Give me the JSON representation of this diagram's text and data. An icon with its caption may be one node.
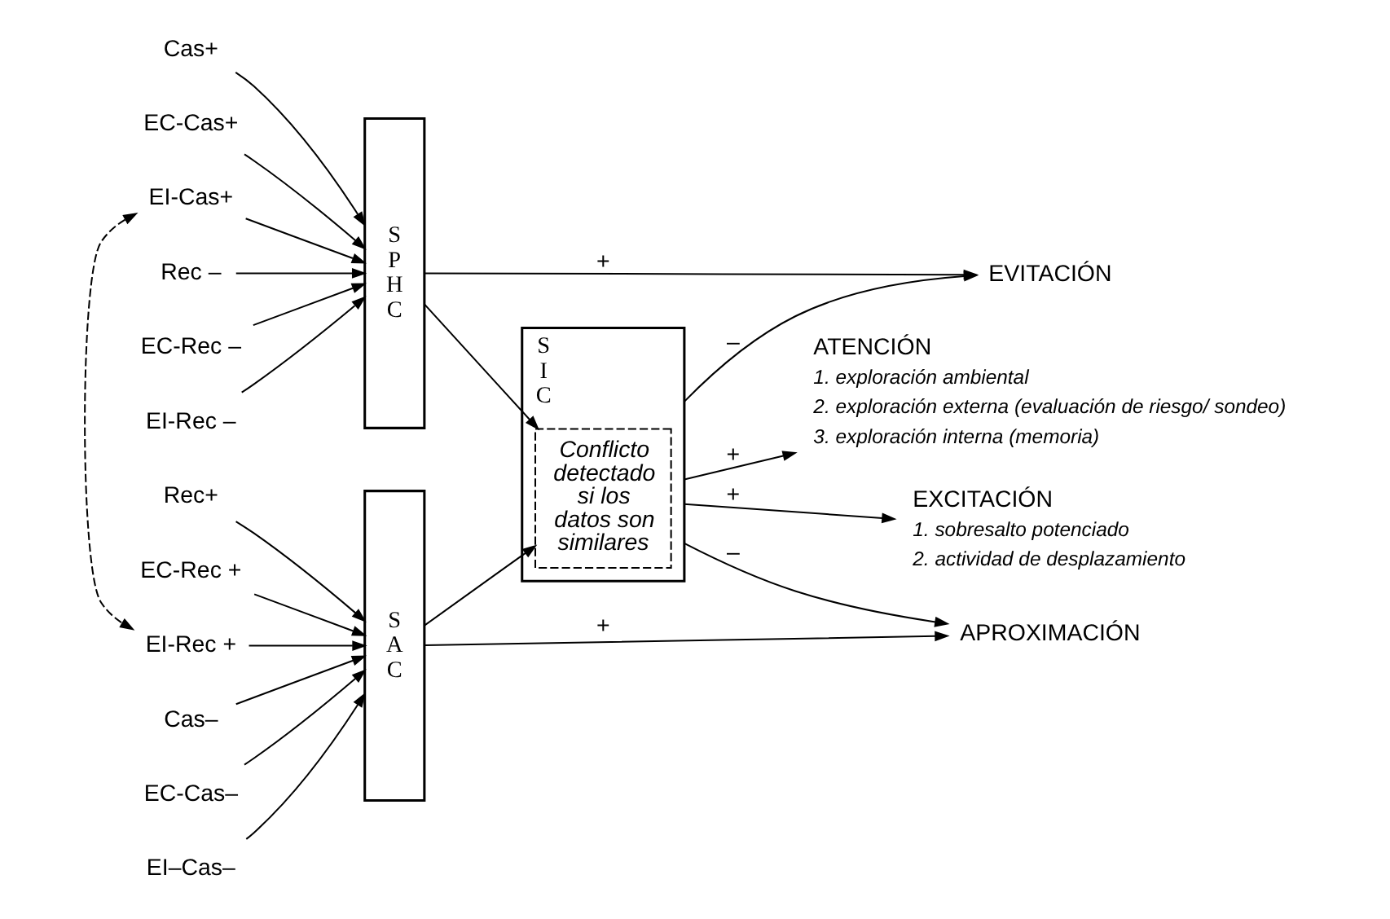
{
  "diagram": {
    "nodes": [
      {
        "text": [
          "S P H C"
        ]
      },
      {
        "text": [
          "Cas+"
        ]
      },
      {
        "text": [
          "EC-Cas+"
        ]
      },
      {
        "text": [
          "EI-Cas+"
        ]
      },
      {
        "text": [
          "Rec –"
        ]
      },
      {
        "text": [
          "EC-Rec –"
        ]
      },
      {
        "text": [
          "EI-Rec –"
        ]
      },
      {
        "text": [
          "S A C"
        ]
      },
      {
        "text": [
          "Rec+"
        ]
      },
      {
        "text": [
          "EC-Rec +"
        ]
      },
      {
        "text": [
          "EI-Rec +"
        ]
      },
      {
        "text": [
          "Cas–"
        ]
      },
      {
        "text": [
          "EC-Cas–"
        ]
      },
      {
        "text": [
          "EI–Cas–"
        ]
      },
      {
        "text": [
          "S I C"
        ]
      },
      {
        "text": [
          "Conflicto detectado si los datos son similares"
        ],
        "in": 14
      },
      {
        "text": [
          "EVITACIÓN"
        ]
      },
      {
        "text": [
          "ATENCIÓN"
        ],
        "beside": [
          "1. exploración ambiental",
          "2. exploración externa (evaluación de riesgo/ sondeo)",
          "3. exploración interna (memoria)"
        ]
      },
      {
        "text": [
          "EXCITACIÓN"
        ],
        "beside": [
          "1. sobresalto potenciado",
          "2. actividad de desplazamiento"
        ]
      },
      {
        "text": [
          "APROXIMACIÓN"
        ]
      }
    ],
    "edges": [
      {
        "from": 1,
        "to": 0,
        "arrow": "to"
      },
      {
        "from": 2,
        "to": 0,
        "arrow": "to"
      },
      {
        "from": 3,
        "to": 0,
        "arrow": "to"
      },
      {
        "from": 4,
        "to": 0,
        "arrow": "to"
      },
      {
        "from": 5,
        "to": 0,
        "arrow": "to"
      },
      {
        "from": 6,
        "to": 0,
        "arrow": "to"
      },
      {
        "from": 8,
        "to": 7,
        "arrow": "to"
      },
      {
        "from": 9,
        "to": 7,
        "arrow": "to"
      },
      {
        "from": 10,
        "to": 7,
        "arrow": "to"
      },
      {
        "from": 11,
        "to": 7,
        "arrow": "to"
      },
      {
        "from": 12,
        "to": 7,
        "arrow": "to"
      },
      {
        "from": 13,
        "to": 7,
        "arrow": "to"
      },
      {
        "from": 3,
        "to": 10,
        "arrow": "both",
        "style": "dashed"
      },
      {
        "from": 0,
        "to": 16,
        "arrow": "to",
        "label": "+"
      },
      {
        "from": 0,
        "to": 15,
        "arrow": "to"
      },
      {
        "from": 7,
        "to": 19,
        "arrow": "to",
        "label": "+"
      },
      {
        "from": 7,
        "to": 15,
        "arrow": "to"
      },
      {
        "from": 14,
        "to": 16,
        "arrow": "to",
        "label": "–"
      },
      {
        "from": 14,
        "to": 17,
        "arrow": "to",
        "label": "+"
      },
      {
        "from": 14,
        "to": 18,
        "arrow": "to",
        "label": "+"
      },
      {
        "from": 14,
        "to": 19,
        "arrow": "to",
        "label": "–"
      }
    ]
  }
}
